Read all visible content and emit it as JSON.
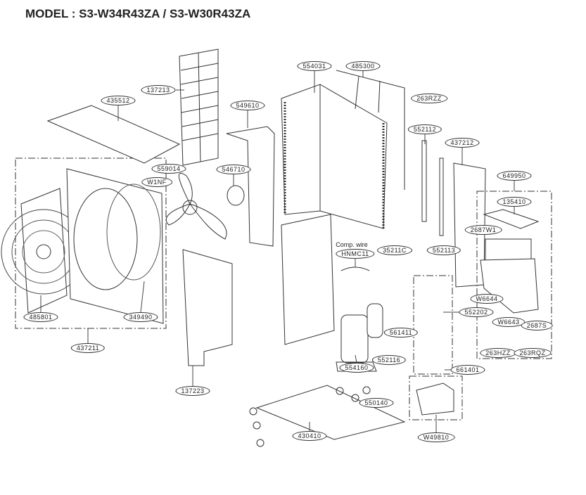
{
  "title": "MODEL : S3-W34R43ZA / S3-W30R43ZA",
  "comp_wire_note": "Comp. wire",
  "parts": {
    "p137213": "137213",
    "p435512": "435512",
    "p549610": "549610",
    "p554031": "554031",
    "p485300": "485300",
    "p263RZZ": "263RZZ",
    "p552112": "552112",
    "p437212": "437212",
    "p649950": "649950",
    "p135410": "135410",
    "p2687W1": "2687W1",
    "p559014": "559014",
    "pW1NF": "W1NF",
    "p546710": "546710",
    "p35211C": "35211C",
    "p552113": "552113",
    "pHNMC11": "HNMC11",
    "pW6644": "W6644",
    "p552202": "552202",
    "pW6643": "W6643",
    "p2687S": "2687S",
    "p561411": "561411",
    "p263HZZ": "263HZZ",
    "p263RQZ": "263RQZ",
    "p485801": "485801",
    "p349490": "349490",
    "p437211": "437211",
    "p554160": "554160",
    "p552116": "552116",
    "p661401": "661401",
    "p137223": "137223",
    "p550140": "550140",
    "p430410": "430410",
    "pW49810": "W49810"
  }
}
